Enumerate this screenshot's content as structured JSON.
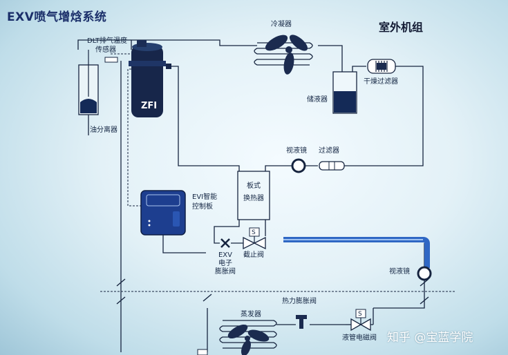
{
  "title": "EXV喷气增焓系统",
  "outdoor_unit_label": "室外机组",
  "labels": {
    "condenser": "冷凝器",
    "dlt_sensor_line1": "DLT排气温度",
    "dlt_sensor_line2": "传感器",
    "compressor": "ZFI",
    "oil_separator": "油分离器",
    "receiver": "储液器",
    "filter_drier": "干燥过滤器",
    "sight_glass_top": "视液镜",
    "filter": "过滤器",
    "plate_hx_line1": "板式",
    "plate_hx_line2": "换热器",
    "evi_board_line1": "EVI智能",
    "evi_board_line2": "控制板",
    "exv_line1": "EXV",
    "exv_line2": "电子",
    "exv_line3": "膨胀阀",
    "stop_valve": "截止阀",
    "valve_symbol": "S",
    "sight_glass_right": "视液镜",
    "thermal_exp_valve": "热力膨胀阀",
    "evaporator": "蒸发器",
    "solenoid_valve": "液管电磁阀"
  },
  "watermark": "知乎 @宝蓝学院",
  "colors": {
    "line": "#16243f",
    "accent_blue": "#1d3e8f",
    "pipe_blue": "#2f67c4"
  }
}
